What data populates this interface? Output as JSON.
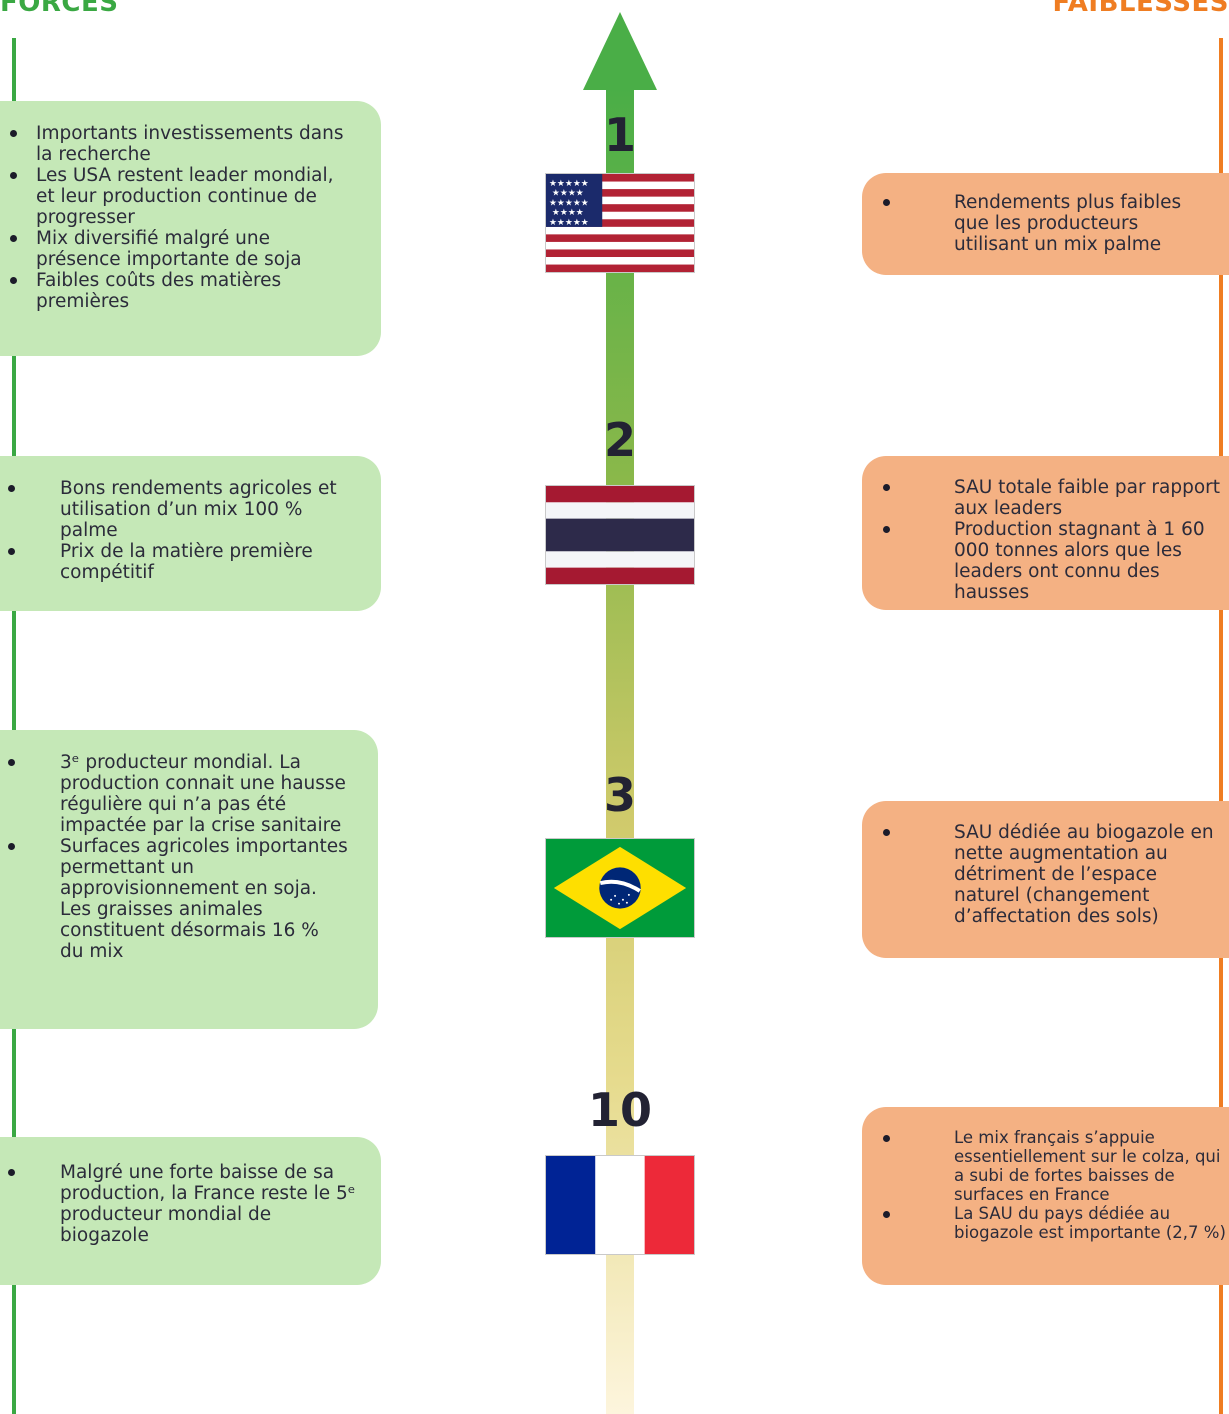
{
  "headings": {
    "forces": "FORCES",
    "faiblesses": "FAIBLESSES"
  },
  "colors": {
    "forces_line": "#3aa843",
    "faiblesses_line": "#ef7d22",
    "forces_card": "#c5e8b7",
    "faiblesses_card": "#f4b183",
    "arrow_top": "#4aae47",
    "arrow_bottom": "#fdf5dd"
  },
  "ranks": [
    {
      "rank": "1",
      "flag": "usa-flag-icon",
      "forces": [
        "Importants investissements dans la recherche",
        "Les USA restent leader mondial, et leur production continue de progresser",
        "Mix diversifié malgré une présence importante de soja",
        "Faibles coûts des matières premières"
      ],
      "faiblesses": [
        "Rendements plus faibles que les producteurs utilisant un mix palme"
      ]
    },
    {
      "rank": "2",
      "flag": "thailand-flag-icon",
      "forces": [
        "Bons rendements agricoles et utilisation d’un mix 100 % palme",
        "Prix de la matière première compétitif"
      ],
      "faiblesses": [
        "SAU totale faible par rapport aux leaders",
        "Production stagnant à 1 60 000 tonnes alors que les leaders ont connu des hausses"
      ]
    },
    {
      "rank": "3",
      "flag": "brazil-flag-icon",
      "forces": [
        "3ᵉ producteur mondial. La production connait une hausse régulière qui n’a pas été impactée par la crise sanitaire",
        "Surfaces agricoles importantes permettant un approvisionnement en soja. Les graisses animales constituent désormais 16 % du mix"
      ],
      "faiblesses": [
        "SAU dédiée au biogazole en nette augmentation au détriment de l’espace naturel (changement d’affectation des sols)"
      ]
    },
    {
      "rank": "10",
      "flag": "france-flag-icon",
      "forces": [
        "Malgré une forte baisse de sa production, la France reste le  5ᵉ producteur mondial de biogazole"
      ],
      "faiblesses": [
        "Le mix français s’appuie essentiellement sur le colza, qui a subi de fortes baisses de surfaces en France",
        "La SAU du pays dédiée au biogazole est importante (2,7 %)"
      ]
    }
  ]
}
